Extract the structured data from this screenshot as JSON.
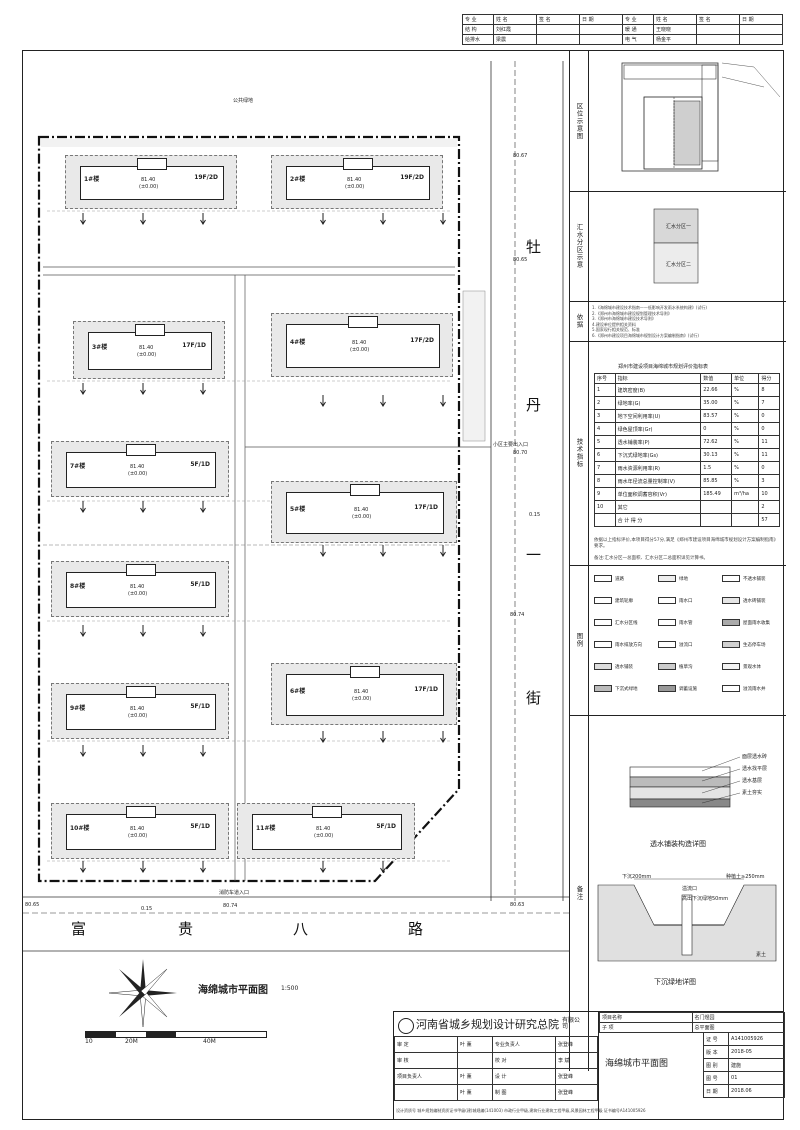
{
  "header_table": {
    "rows": [
      [
        "专 业",
        "姓 名",
        "签 名",
        "日 期",
        "专 业",
        "姓 名",
        "签 名",
        "日 期"
      ],
      [
        "结 构",
        "刘红霞",
        "",
        "",
        "暖 通",
        "王晓晓",
        "",
        ""
      ],
      [
        "给排水",
        "梁震",
        "",
        "",
        "电 气",
        "杨金平",
        "",
        ""
      ]
    ]
  },
  "plan": {
    "road_east": [
      "牡",
      "丹",
      "一",
      "街"
    ],
    "road_south": [
      "富",
      "贵",
      "八",
      "路"
    ],
    "top_label": "公共绿地",
    "entrance_label": "小区主要出入口",
    "entrance_south": "消防车道入口",
    "elevations": [
      "80.67",
      "80.65",
      "80.70",
      "80.74",
      "80.65",
      "80.74",
      "80.63",
      "0.15",
      "0.15"
    ],
    "buildings": [
      {
        "id": "b1",
        "name": "1#楼",
        "floors": "19F/2D",
        "elev": "81.40",
        "zero": "(±0.00)"
      },
      {
        "id": "b2",
        "name": "2#楼",
        "floors": "19F/2D",
        "elev": "81.40",
        "zero": "(±0.00)"
      },
      {
        "id": "b3",
        "name": "3#楼",
        "floors": "17F/1D",
        "elev": "81.40",
        "zero": "(±0.00)"
      },
      {
        "id": "b4",
        "name": "4#楼",
        "floors": "17F/2D",
        "elev": "81.40",
        "zero": "(±0.00)"
      },
      {
        "id": "b7",
        "name": "7#楼",
        "floors": "5F/1D",
        "elev": "81.40",
        "zero": "(±0.00)"
      },
      {
        "id": "b5",
        "name": "5#楼",
        "floors": "17F/1D",
        "elev": "81.40",
        "zero": "(±0.00)"
      },
      {
        "id": "b8",
        "name": "8#楼",
        "floors": "5F/1D",
        "elev": "81.40",
        "zero": "(±0.00)"
      },
      {
        "id": "b6",
        "name": "6#楼",
        "floors": "17F/1D",
        "elev": "81.40",
        "zero": "(±0.00)"
      },
      {
        "id": "b9",
        "name": "9#楼",
        "floors": "5F/1D",
        "elev": "81.40",
        "zero": "(±0.00)"
      },
      {
        "id": "b10",
        "name": "10#楼",
        "floors": "5F/1D",
        "elev": "81.40",
        "zero": "(±0.00)"
      },
      {
        "id": "b11",
        "name": "11#楼",
        "floors": "5F/1D",
        "elev": "81.40",
        "zero": "(±0.00)"
      }
    ],
    "drawing_title": "海绵城市平面图",
    "drawing_scale": "1:500",
    "scale_bar": [
      "10",
      "20M",
      "40M"
    ]
  },
  "panel": {
    "sections": {
      "location": "区位示意图",
      "catchment": "汇水分区示意",
      "basis": "依据",
      "index": "技术指标",
      "legend": "图例",
      "remarks": "备注"
    },
    "catchment_zones": [
      "汇水分区一",
      "汇水分区二"
    ],
    "basis_lines": [
      "1.《海绵城市建设技术指南——低影响开发雨水系统构建》(试行)",
      "2.《郑州市海绵城市建设规划管理技术导则》",
      "3.《郑州市海绵城市建设技术导则》",
      "4.建设单位提供相关资料",
      "5.国家现行相关规范、标准",
      "6.《郑州市建设项目海绵城市规划设计方案编制指南》(试行)"
    ],
    "index_title": "郑州市建设项目海绵城市规划评价指标表",
    "index_header": [
      "序号",
      "指标",
      "数值",
      "单位",
      "得分"
    ],
    "index_rows": [
      [
        "1",
        "建筑密度(B)",
        "22.66",
        "%",
        "8"
      ],
      [
        "2",
        "绿地率(G)",
        "35.00",
        "%",
        "7"
      ],
      [
        "3",
        "地下空间利用率(U)",
        "83.57",
        "%",
        "0"
      ],
      [
        "4",
        "绿色屋顶率(Gr)",
        "0",
        "%",
        "0"
      ],
      [
        "5",
        "透水铺装率(P)",
        "72.62",
        "%",
        "11"
      ],
      [
        "6",
        "下沉式绿地率(Gs)",
        "30.13",
        "%",
        "11"
      ],
      [
        "7",
        "雨水资源利用率(R)",
        "1.5",
        "%",
        "0"
      ],
      [
        "8",
        "雨水年径流总量控制率(V)",
        "85.85",
        "%",
        "3"
      ],
      [
        "9",
        "单位面积调蓄容积(Vr)",
        "185.49",
        "m³/ha",
        "10"
      ],
      [
        "10",
        "其它",
        "",
        "",
        "2"
      ],
      [
        "",
        "合 计 得 分",
        "",
        "",
        "57"
      ]
    ],
    "index_note": "依据以上指标评价,本项目得分57分,满足《郑州市建设项目海绵城市规划设计方案编制指南》要求。",
    "catch_note": "备注:汇水分区一总面积、汇水分区二总面积详见计算书。",
    "legend_items": [
      "道路",
      "建筑轮廓",
      "汇水分区线",
      "雨水排放方向",
      "透水铺装",
      "下沉式绿地",
      "绿地",
      "雨水口",
      "雨水管",
      "溢流口",
      "植草沟",
      "调蓄设施",
      "不透水铺装",
      "透水砖铺装",
      "屋面雨水收集",
      "生态停车场",
      "景观水体",
      "溢流雨水井"
    ],
    "remark_pave_title": "透水铺装构造详图",
    "remark_green_title": "下沉绿地详图",
    "remark_pave_labels": [
      "面层透水砖",
      "透水找平层",
      "透水基层",
      "素土夯实"
    ],
    "remark_green_labels": [
      "下沉200mm",
      "溢流口",
      "高出下沉绿地50mm",
      "种植土≥250mm",
      "素土"
    ]
  },
  "title_block": {
    "company": "河南省城乡规划设计研究总院",
    "company_suffix": "有限公司",
    "project_label": "项目名称",
    "project_value": "名门煜园",
    "sub_label": "子 项",
    "sub_value": "总平面图",
    "drawing_name": "海绵城市平面图",
    "roles": [
      [
        "审 定",
        "叶 薰",
        "专业负责人",
        "张登峰"
      ],
      [
        "审 核",
        "",
        "校 对",
        "李 斌"
      ],
      [
        "项目负责人",
        "叶 薰",
        "设 计",
        "张登峰"
      ],
      [
        "",
        "叶 薰",
        "制 图",
        "张登峰"
      ]
    ],
    "right_fields": [
      [
        "证 号",
        "A141005926"
      ],
      [
        "版 本",
        "2018-05"
      ],
      [
        "图 别",
        "建施"
      ],
      [
        "图 号",
        "01"
      ],
      [
        "日 期",
        "2018.06"
      ]
    ],
    "cert_line": "设计资质号 城乡规划编制资质证书甲级(建)城规编(141003)  市政行业甲级,建筑行业建筑工程甲级,风景园林工程甲级  证书编号A141005926"
  }
}
